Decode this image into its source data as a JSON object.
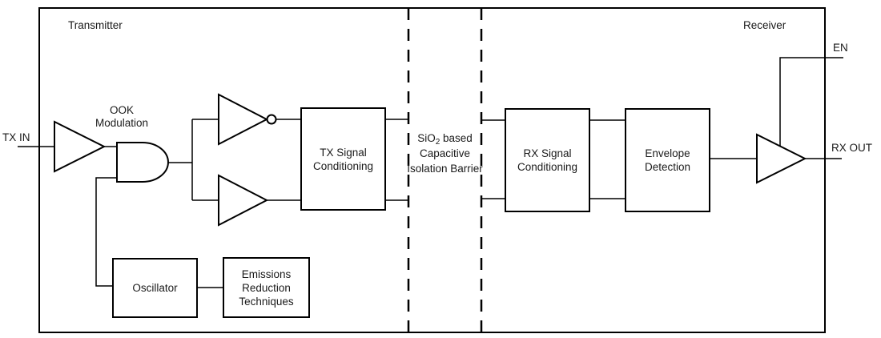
{
  "diagram": {
    "regions": {
      "transmitter": "Transmitter",
      "receiver": "Receiver"
    },
    "ports": {
      "tx_in": "TX IN",
      "en": "EN",
      "rx_out": "RX OUT"
    },
    "annotations": {
      "ook_modulation": "OOK\nModulation",
      "barrier_sio": "SiO",
      "barrier_sub": "2",
      "barrier_based": " based",
      "barrier_rest": "Capacitive\nIsolation\nBarrier"
    },
    "blocks": {
      "tx_signal_conditioning": "TX Signal\nConditioning",
      "rx_signal_conditioning": "RX Signal\nConditioning",
      "envelope_detection": "Envelope\nDetection",
      "oscillator": "Oscillator",
      "emissions_reduction_techniques": "Emissions\nReduction\nTechniques"
    },
    "colors": {
      "line": "#000000",
      "text": "#1a1a1a",
      "background": "#ffffff"
    }
  }
}
